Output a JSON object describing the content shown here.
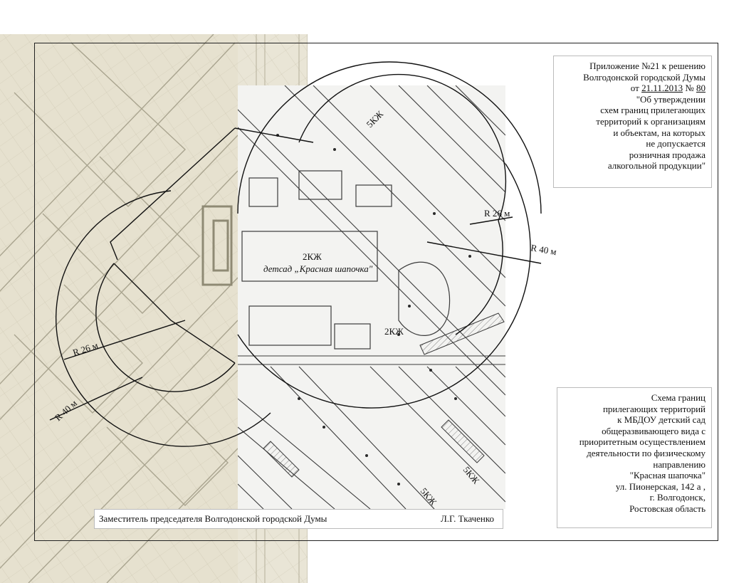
{
  "appendix": {
    "line1": "Приложение №21 к решению",
    "line2": "Волгодонской городской Думы",
    "date_prefix": "от ",
    "date": "21.11.2013",
    "number_prefix": " № ",
    "number": "80",
    "line4": "\"Об утверждении",
    "line5": "схем границ прилегающих",
    "line6": "территорий к организациям",
    "line7": "и объектам, на которых",
    "line8": "не допускается",
    "line9": "розничная продажа",
    "line10": "алкогольной продукции\""
  },
  "scheme": {
    "line1": "Схема границ",
    "line2": "прилегающих территорий",
    "line3": "к МБДОУ детский сад",
    "line4": "общеразвивающего вида с",
    "line5": "приоритетным осуществлением",
    "line6": "деятельности по физическому",
    "line7": "направлению",
    "line8": "\"Красная шапочка\"",
    "line9": "ул. Пионерская, 142 а ,",
    "line10": "г. Волгодонск,",
    "line11": "Ростовская область"
  },
  "signature": {
    "title": "Заместитель председателя Волгодонской городской Думы",
    "name": "Л.Г. Ткаченко"
  },
  "map": {
    "radius_label_inner_right": "R 26 м",
    "radius_label_outer_right": "R 40 м",
    "radius_label_inner_left": "R 26 м",
    "radius_label_outer_left": "R 40 м",
    "building_label": "2КЖ",
    "building_name": "детсад „Красная шапочка\"",
    "street_labels": [
      "5КЖ",
      "5КЖ",
      "5КЖ",
      "2КЖ"
    ],
    "colors": {
      "survey_paper": "#e6e1cf",
      "survey_lines": "#a9a48f",
      "zoom_ink": "#3b3b3b",
      "boundary": "#111111"
    }
  }
}
